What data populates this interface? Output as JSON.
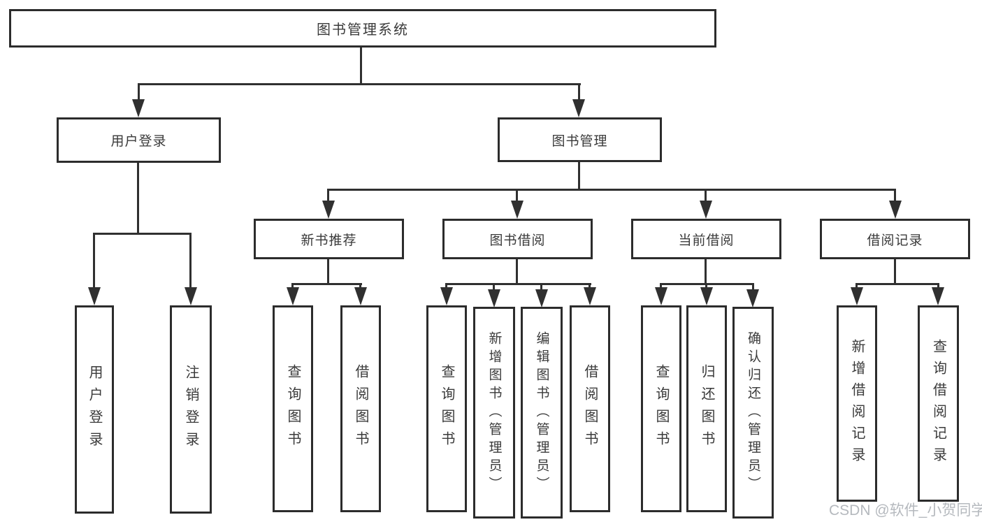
{
  "tree": {
    "root": {
      "label": "图书管理系统",
      "children": [
        {
          "label": "用户登录",
          "children": [
            {
              "label": "用户登录"
            },
            {
              "label": "注销登录"
            }
          ]
        },
        {
          "label": "图书管理",
          "children": [
            {
              "label": "新书推荐",
              "children": [
                {
                  "label": "查询图书"
                },
                {
                  "label": "借阅图书"
                }
              ]
            },
            {
              "label": "图书借阅",
              "children": [
                {
                  "label": "查询图书"
                },
                {
                  "label": "新增图书（管理员）"
                },
                {
                  "label": "编辑图书（管理员）"
                },
                {
                  "label": "借阅图书"
                }
              ]
            },
            {
              "label": "当前借阅",
              "children": [
                {
                  "label": "查询图书"
                },
                {
                  "label": "归还图书"
                },
                {
                  "label": "确认归还（管理员）"
                }
              ]
            },
            {
              "label": "借阅记录",
              "children": [
                {
                  "label": "新增借阅记录"
                },
                {
                  "label": "查询借阅记录"
                }
              ]
            }
          ]
        }
      ]
    }
  },
  "watermark": {
    "text": "CSDN @软件_小贺同学"
  },
  "colors": {
    "background": "#ffffff",
    "line": "#303030",
    "border": "#2c2c2c",
    "text": "#3a3a3a",
    "watermark": "#b5b9be"
  }
}
